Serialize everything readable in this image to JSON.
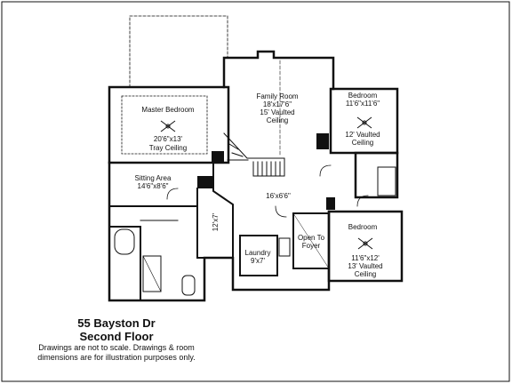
{
  "plan": {
    "rooms": {
      "master_bedroom": {
        "name": "Master Bedroom",
        "dims": "20'6\"x13'",
        "note": "Tray Ceiling"
      },
      "family_room": {
        "name": "Family Room",
        "dims": "18'x17'6\"",
        "note1": "15' Vaulted",
        "note2": "Ceiling"
      },
      "bedroom_1": {
        "name": "Bedroom",
        "dims": "11'6\"x11'6\"",
        "note1": "12' Vaulted",
        "note2": "Ceiling"
      },
      "bedroom_2": {
        "name": "Bedroom",
        "dims": "11'6\"x12'",
        "note1": "13' Vaulted",
        "note2": "Ceiling"
      },
      "sitting_area": {
        "name": "Sitting Area",
        "dims": "14'6\"x8'6\""
      },
      "hall": {
        "dims": "16'x6'6\""
      },
      "closet": {
        "dims": "12'x7'"
      },
      "laundry": {
        "name": "Laundry",
        "dims": "9'x7'"
      },
      "open_to_foyer": {
        "line1": "Open To",
        "line2": "Foyer"
      }
    }
  },
  "caption": {
    "address": "55 Bayston Dr",
    "floor": "Second Floor",
    "disclaimer_line1": "Drawings are not to scale. Drawings & room",
    "disclaimer_line2": "dimensions are for illustration purposes only."
  },
  "colors": {
    "line": "#111111",
    "fill": "#111111",
    "background": "#ffffff"
  }
}
